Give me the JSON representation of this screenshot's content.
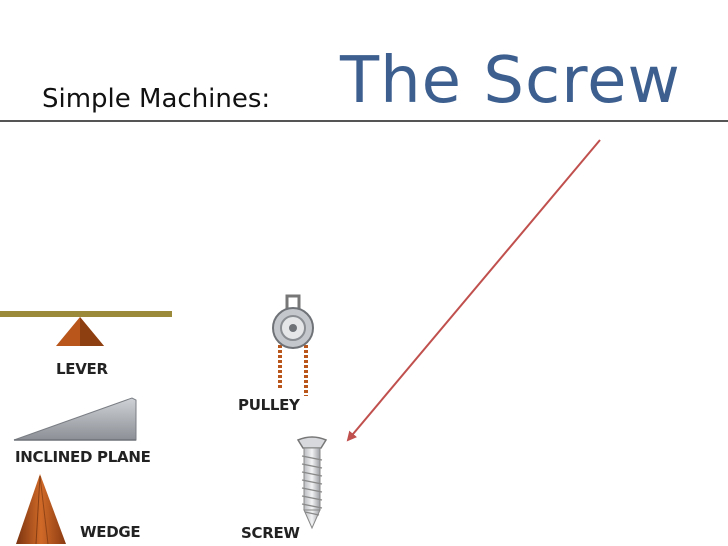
{
  "slide": {
    "subtitle": "Simple Machines:",
    "title": "The Screw"
  },
  "machines": {
    "lever": "LEVER",
    "inclined_plane": "INCLINED PLANE",
    "wedge": "WEDGE",
    "pulley": "PULLEY",
    "screw": "SCREW"
  },
  "colors": {
    "title": "#3c5f8f",
    "arrow": "#c0504d",
    "rule": "#555555",
    "wood": "#b8561c",
    "lever_bar": "#9a8a3a"
  }
}
